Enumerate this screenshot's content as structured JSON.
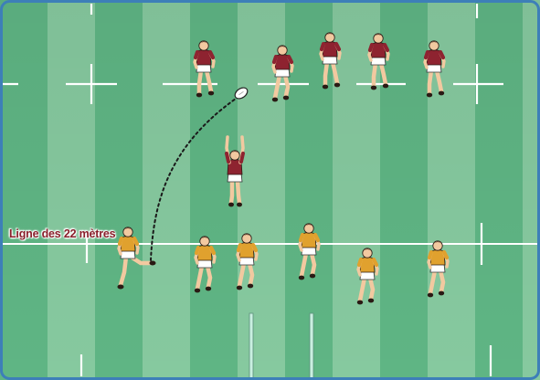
{
  "diagram": {
    "line_label": "Ligne des 22 mètres"
  },
  "colors": {
    "stripe_dark": "#5fb584",
    "stripe_light": "#86c99f",
    "border": "#3d7fb8",
    "field_line": "#ffffff",
    "red_team_shirt": "#8e2330",
    "yellow_team_shirt": "#e0a12e",
    "shorts": "#ffffff",
    "skin": "#f2c9a0",
    "label_text": "#8a1f2b"
  },
  "players": {
    "red_team": [
      "defender",
      "defender",
      "defender",
      "defender",
      "defender",
      "jumper"
    ],
    "yellow_team": [
      "kicker",
      "chaser",
      "chaser",
      "chaser",
      "chaser",
      "chaser"
    ]
  },
  "ball": "rugby-ball",
  "kick_path": "dotted-trajectory"
}
